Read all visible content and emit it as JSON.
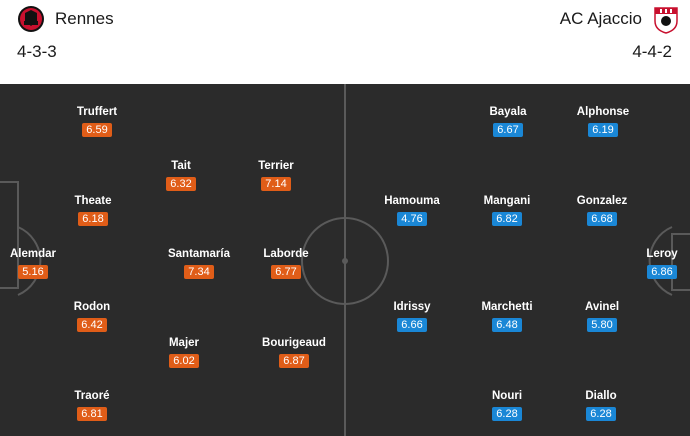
{
  "home": {
    "name": "Rennes",
    "formation": "4-3-3",
    "crest_icon": "rennes-crest-icon",
    "rating_color": "#e05d18",
    "players": [
      {
        "name": "Truffert",
        "rating": "6.59"
      },
      {
        "name": "Tait",
        "rating": "6.32"
      },
      {
        "name": "Terrier",
        "rating": "7.14"
      },
      {
        "name": "Theate",
        "rating": "6.18"
      },
      {
        "name": "Alemdar",
        "rating": "5.16"
      },
      {
        "name": "Santamaría",
        "rating": "7.34"
      },
      {
        "name": "Laborde",
        "rating": "6.77"
      },
      {
        "name": "Rodon",
        "rating": "6.42"
      },
      {
        "name": "Majer",
        "rating": "6.02"
      },
      {
        "name": "Bourigeaud",
        "rating": "6.87"
      },
      {
        "name": "Traoré",
        "rating": "6.81"
      }
    ]
  },
  "away": {
    "name": "AC Ajaccio",
    "formation": "4-4-2",
    "crest_icon": "ajaccio-crest-icon",
    "rating_color": "#1a87d6",
    "players": [
      {
        "name": "Bayala",
        "rating": "6.67"
      },
      {
        "name": "Alphonse",
        "rating": "6.19"
      },
      {
        "name": "Hamouma",
        "rating": "4.76"
      },
      {
        "name": "Mangani",
        "rating": "6.82"
      },
      {
        "name": "Gonzalez",
        "rating": "6.68"
      },
      {
        "name": "Leroy",
        "rating": "6.86"
      },
      {
        "name": "Idrissy",
        "rating": "6.66"
      },
      {
        "name": "Marchetti",
        "rating": "6.48"
      },
      {
        "name": "Avinel",
        "rating": "5.80"
      },
      {
        "name": "Nouri",
        "rating": "6.28"
      },
      {
        "name": "Diallo",
        "rating": "6.28"
      }
    ]
  },
  "pitch_color": "#2b2b2b",
  "line_color": "#5a5a5a"
}
